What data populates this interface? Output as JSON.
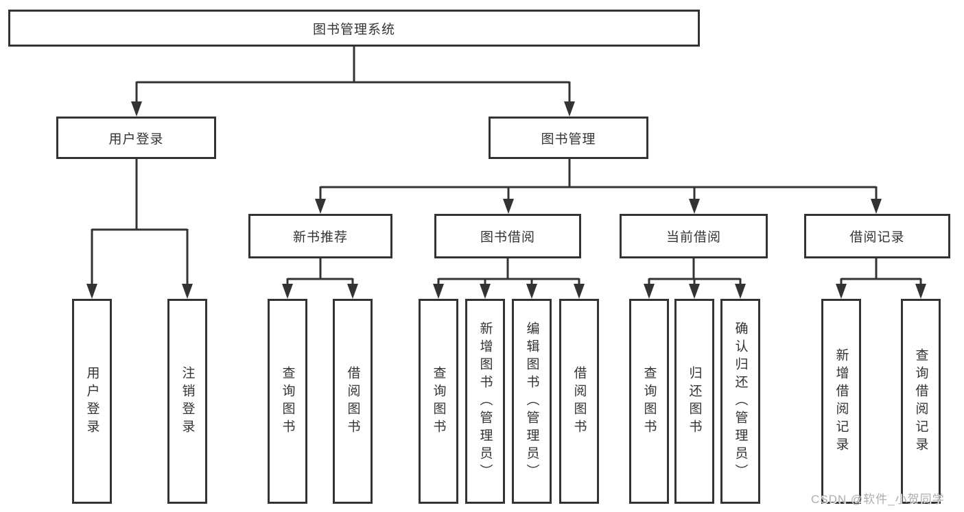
{
  "tree": {
    "root": "图书管理系统",
    "branches": [
      {
        "label": "用户登录",
        "children": [
          "用户登录",
          "注销登录"
        ]
      },
      {
        "label": "图书管理",
        "sections": [
          {
            "label": "新书推荐",
            "children": [
              "查询图书",
              "借阅图书"
            ]
          },
          {
            "label": "图书借阅",
            "children": [
              "查询图书",
              "新增图书（管理员）",
              "编辑图书（管理员）",
              "借阅图书"
            ]
          },
          {
            "label": "当前借阅",
            "children": [
              "查询图书",
              "归还图书",
              "确认归还（管理员）"
            ]
          },
          {
            "label": "借阅记录",
            "children": [
              "新增借阅记录",
              "查询借阅记录"
            ]
          }
        ]
      }
    ]
  },
  "watermark": "CSDN @软件_小贺同学",
  "colors": {
    "line": "#333333",
    "box_border": "#333333",
    "text": "#333333",
    "watermark": "#adadad",
    "background": "#ffffff"
  }
}
